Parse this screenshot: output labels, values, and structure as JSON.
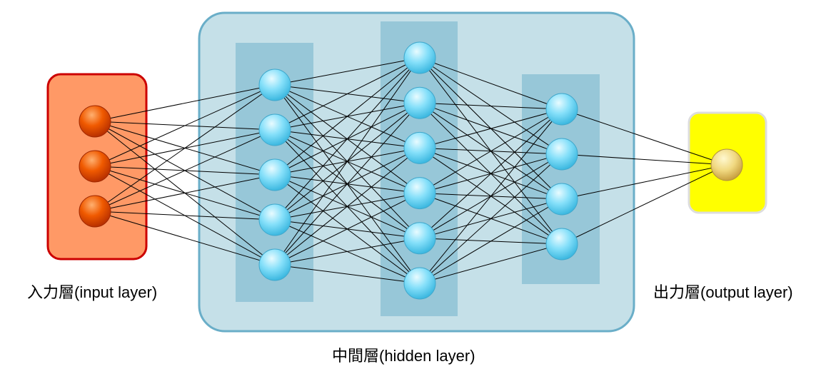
{
  "labels": {
    "input": "入力層(input layer)",
    "hidden": "中間層(hidden layer)",
    "output": "出力層(output layer)"
  },
  "layers": [
    {
      "name": "input",
      "nodes": 3
    },
    {
      "name": "hidden-1",
      "nodes": 5
    },
    {
      "name": "hidden-2",
      "nodes": 6
    },
    {
      "name": "hidden-3",
      "nodes": 4
    },
    {
      "name": "output",
      "nodes": 1
    }
  ],
  "colors": {
    "input_box": "#ff9966",
    "input_border": "#cc0000",
    "hidden_box": "#c5e0e8",
    "hidden_border": "#6aaec8",
    "hidden_column": "#97c7d8",
    "output_box": "#ffff00",
    "output_border": "#dddddd",
    "input_node": "#e84a00",
    "hidden_node": "#6fd6f5",
    "output_node": "#e8c860"
  }
}
